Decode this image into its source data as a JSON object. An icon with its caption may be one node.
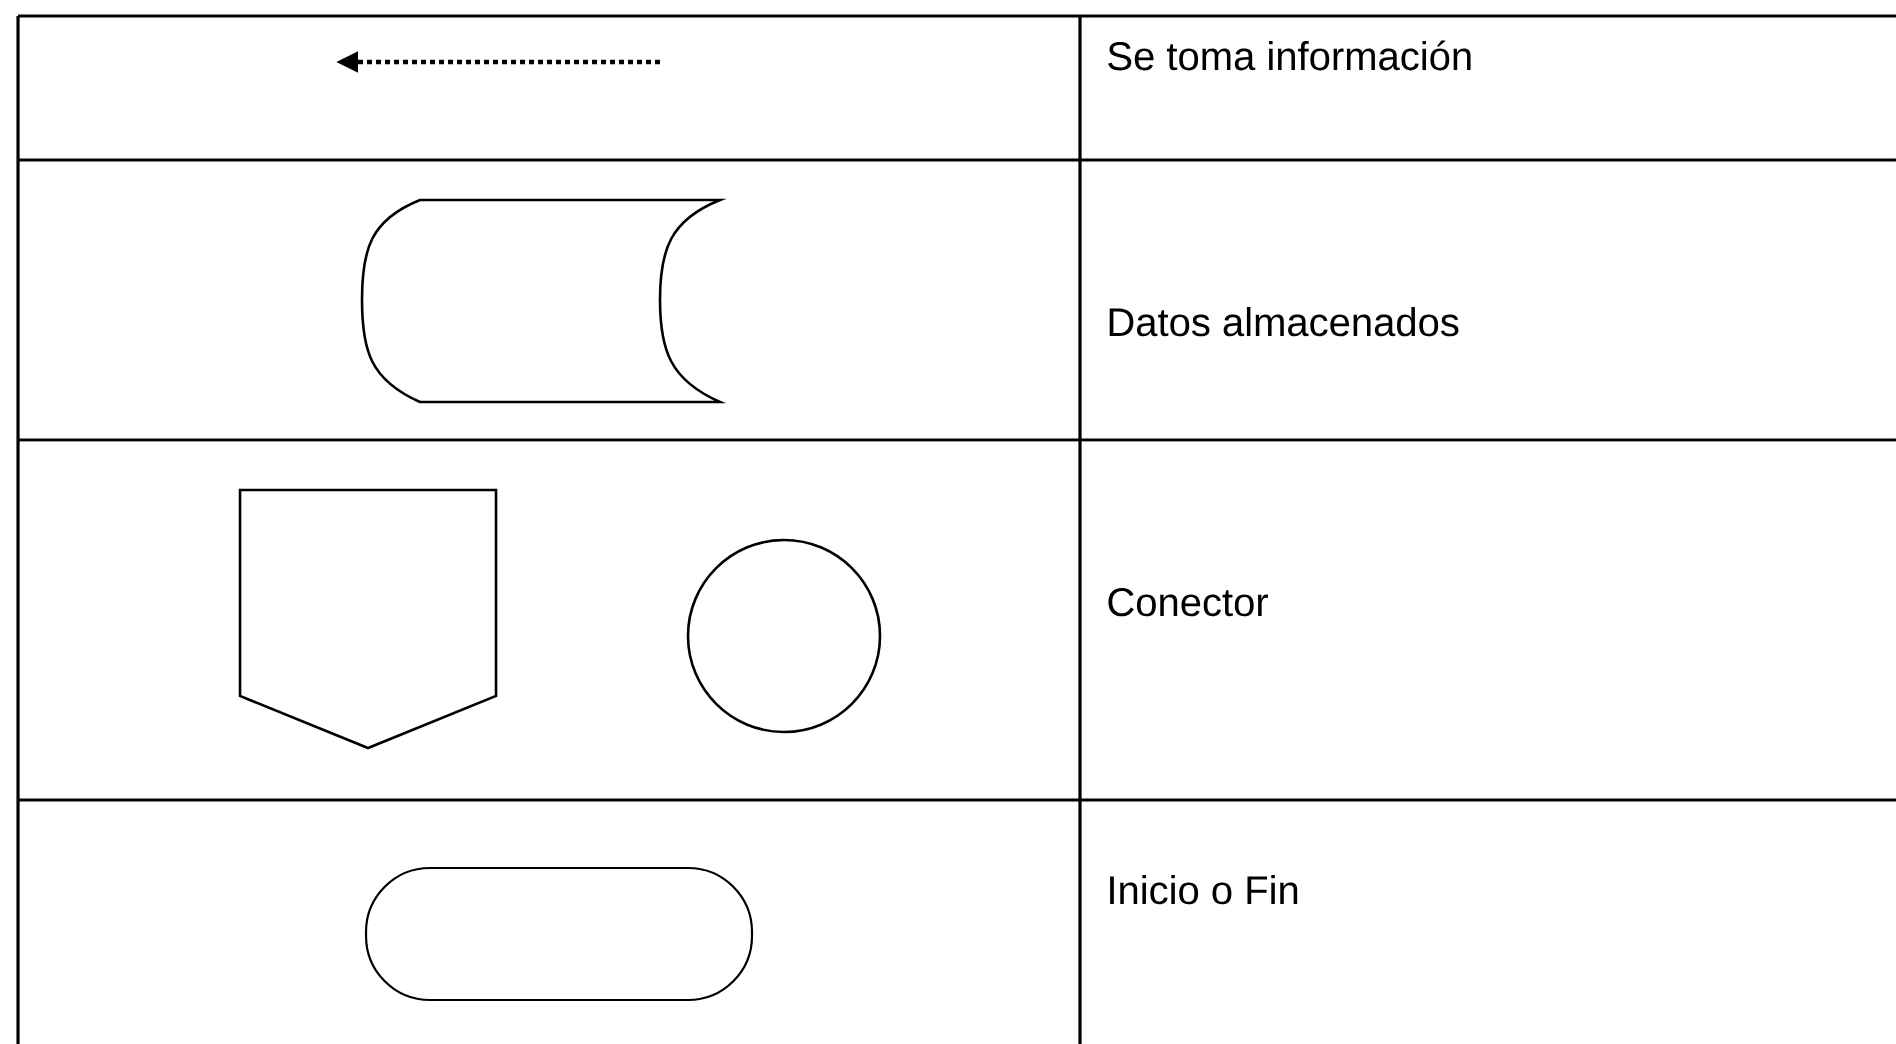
{
  "diagram": {
    "nodes": [
      {
        "text": [],
        "shape": "cylinder"
      },
      {
        "text": [],
        "shape": "pentagon"
      },
      {
        "text": [],
        "shape": "circle"
      },
      {
        "text": [],
        "shape": "pill"
      }
    ],
    "labels": [
      "Se toma información",
      "Datos almacenados",
      "Conector",
      "Inicio o Fin"
    ]
  }
}
